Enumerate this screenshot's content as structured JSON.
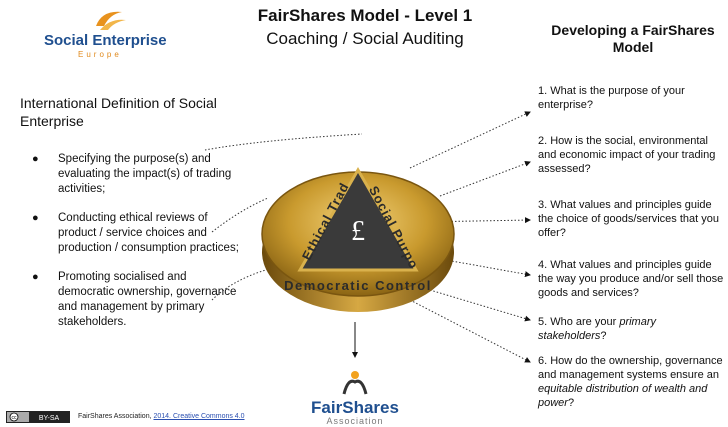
{
  "header": {
    "logo_name": "Social Enterprise",
    "logo_sub": "Europe",
    "title": "FairShares Model - Level 1",
    "subtitle": "Coaching / Social Auditing"
  },
  "left": {
    "heading": "International Definition of Social Enterprise",
    "items": [
      "Specifying the purpose(s) and evaluating the impact(s) of trading activities;",
      "Conducting ethical reviews of product / service choices and production / consumption practices;",
      "Promoting socialised and democratic ownership, governance and management by primary stakeholders."
    ]
  },
  "right": {
    "heading": "Developing a FairShares Model",
    "q1": "1. What is the purpose of your enterprise?",
    "q2": "2. How is the social, environmental and economic impact of your trading assessed?",
    "q3": "3. What values and principles guide the choice of goods/services that you offer?",
    "q4": "4. What values and principles guide the way you produce and/or sell those goods and services?",
    "q5_prefix": "5. Who are your ",
    "q5_em": "primary stakeholders",
    "q5_suffix": "?",
    "q6_prefix": "6. How do the ownership, governance and management systems ensure an ",
    "q6_em": "equitable distribution of wealth and power",
    "q6_suffix": "?"
  },
  "coin": {
    "left_label": "Ethical Trading",
    "right_label": "Social Purpose",
    "bottom_label": "Democratic Control",
    "symbol": "£",
    "color_gold": "#c99a2e",
    "color_dark": "#2b2b2b"
  },
  "footer": {
    "badge": "BY-SA",
    "credit_prefix": "FairShares Association, ",
    "credit_link": "2014. Creative Commons 4.0",
    "fs_name": "FairShares",
    "fs_sub": "Association"
  }
}
